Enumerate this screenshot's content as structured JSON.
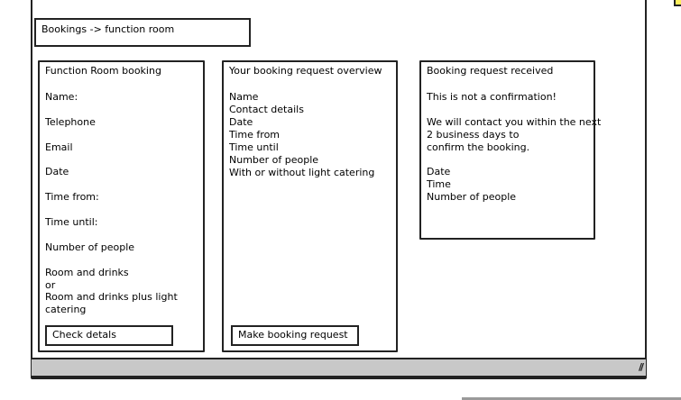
{
  "breadcrumb": "Bookings -> function room",
  "panels": {
    "form": {
      "title": "Function Room booking",
      "name_label": "Name:",
      "telephone_label": "Telephone",
      "email_label": "Email",
      "date_label": "Date",
      "time_from_label": "Time from:",
      "time_until_label": "Time until:",
      "people_label": "Number of people",
      "option_a": "Room and drinks",
      "or_text": "or",
      "option_b_line1": "Room and drinks plus light",
      "option_b_line2": "catering",
      "check_button": "Check detals"
    },
    "overview": {
      "title": "Your booking request overview",
      "items": [
        "Name",
        "Contact details",
        "Date",
        "Time from",
        "Time until",
        "Number of people",
        "With or without light catering"
      ],
      "make_button": "Make booking request"
    },
    "received": {
      "title": "Booking request received",
      "notice": "This is not a confirmation!",
      "contact_line1": "We will contact you within the next",
      "contact_line2": "2 business days to",
      "contact_line3": "confirm the booking.",
      "items": [
        "Date",
        "Time",
        "Number of people"
      ]
    }
  },
  "icons": {
    "resize": "resize-handle-icon"
  },
  "colors": {
    "status_bar": "#c8c8c8",
    "corner_accent": "#ffef5c"
  }
}
